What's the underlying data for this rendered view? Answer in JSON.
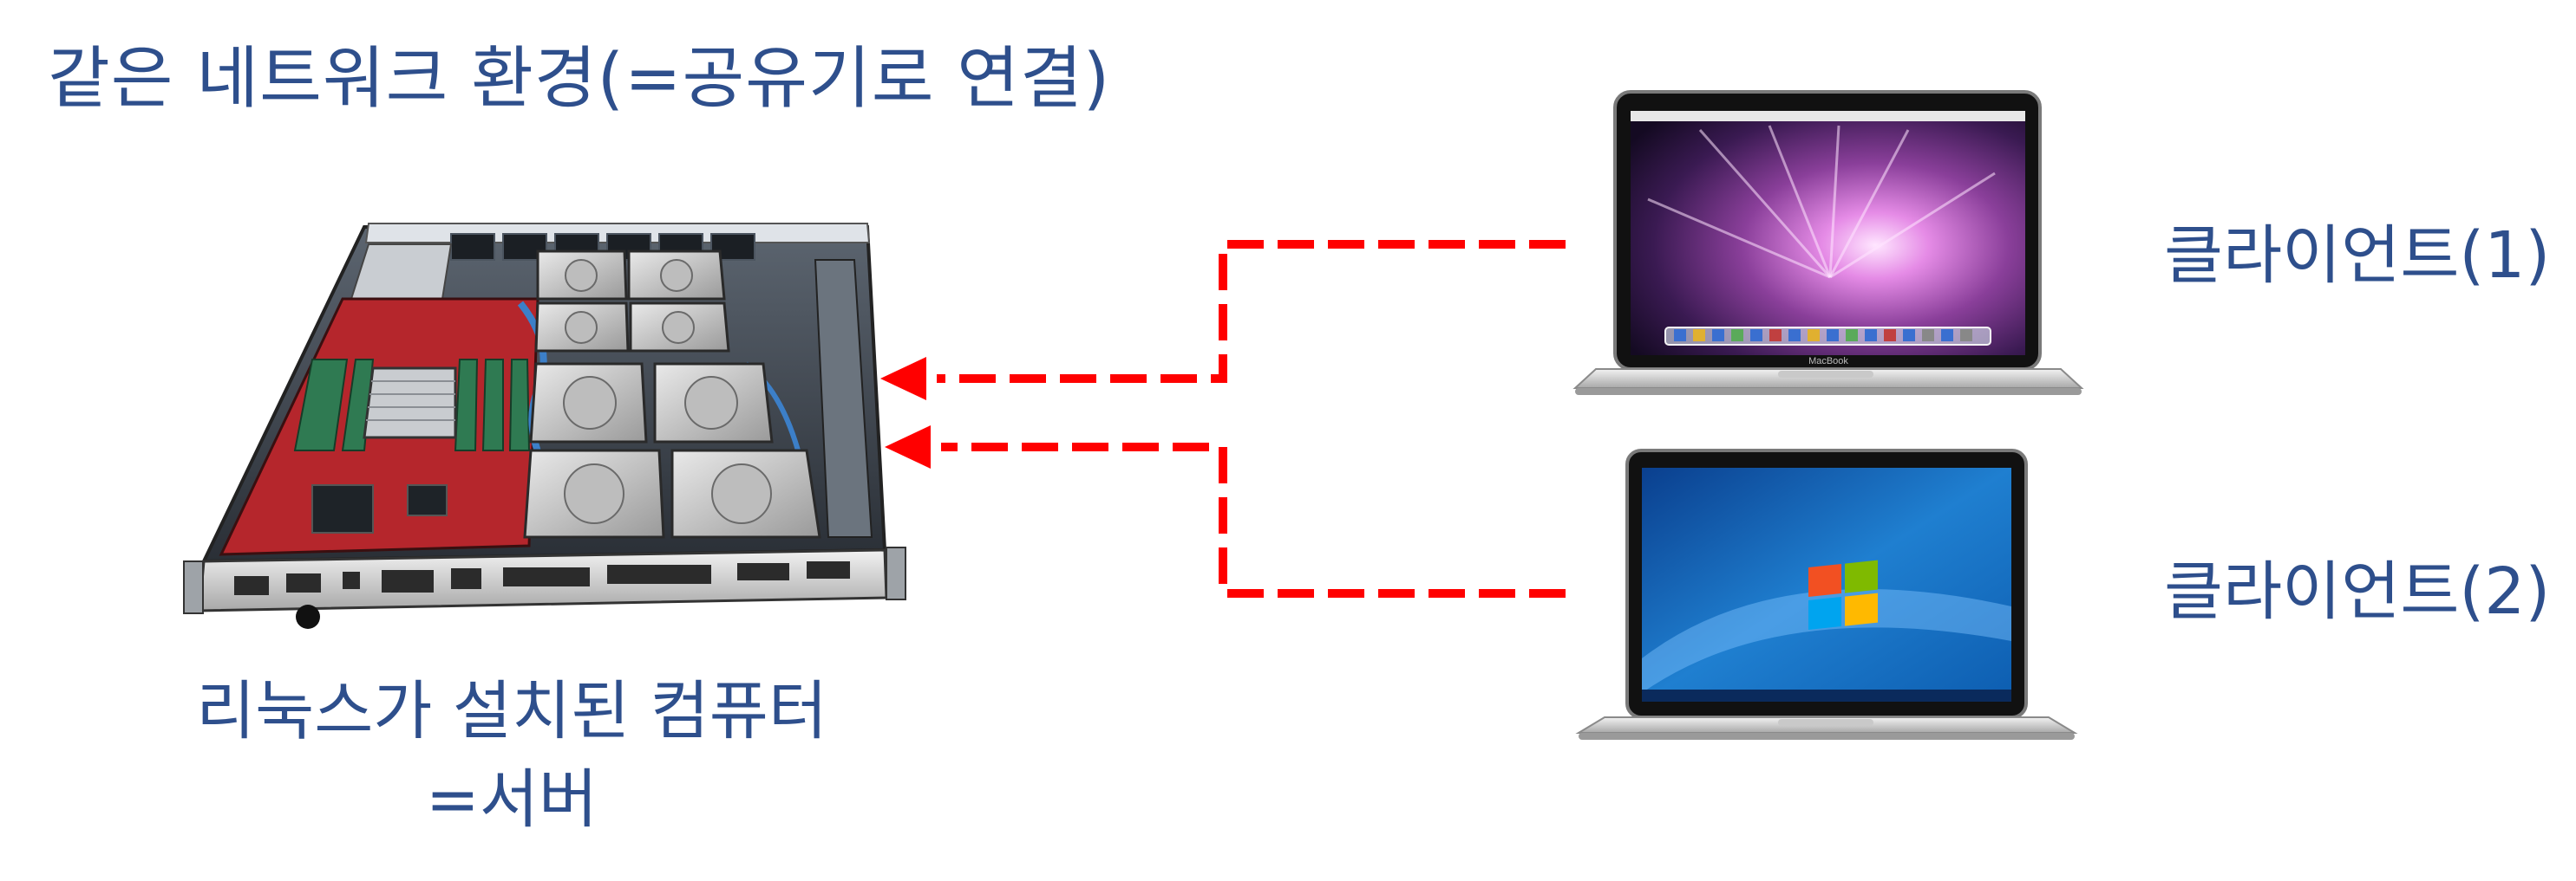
{
  "title": "같은 네트워크 환경(=공유기로 연결)",
  "server": {
    "caption_line1": "리눅스가 설치된 컴퓨터",
    "caption_line2": "=서버"
  },
  "clients": [
    {
      "label": "클라이언트(1)",
      "os": "macOS"
    },
    {
      "label": "클라이언트(2)",
      "os": "Windows 7"
    }
  ],
  "laptop_badge": "MacBook",
  "colors": {
    "text": "#2e4f8c",
    "arrow": "#ff0000"
  }
}
